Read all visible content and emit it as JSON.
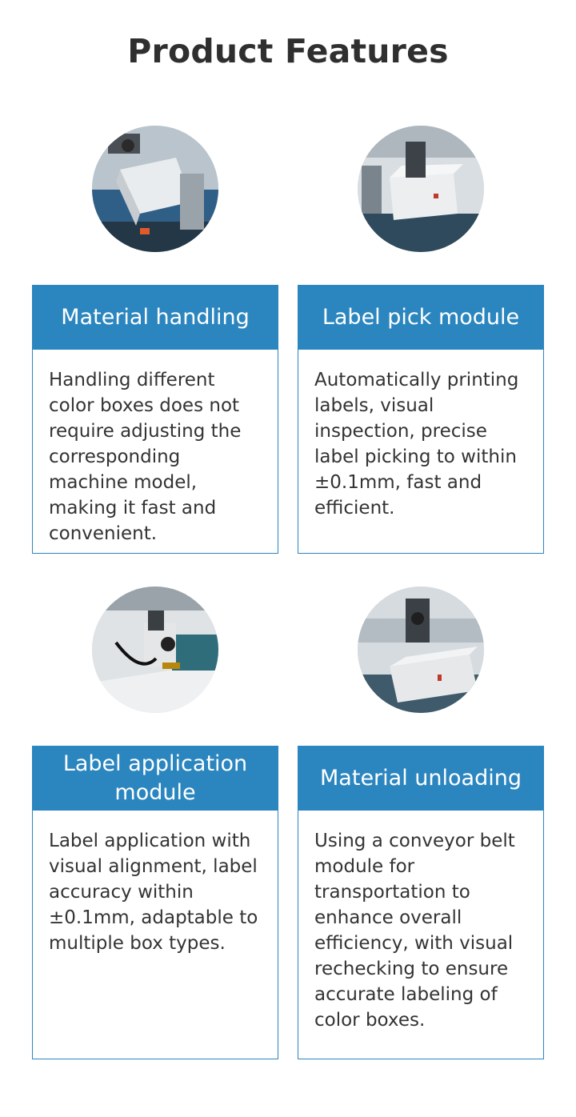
{
  "page": {
    "title": "Product Features"
  },
  "features": [
    {
      "title": "Material handling",
      "description": "Handling different color boxes does not require adjusting the corresponding machine model, making it fast and convenient."
    },
    {
      "title": "Label pick module",
      "description": "Automatically printing labels, visual inspection, precise label picking to within ±0.1mm, fast and efficient."
    },
    {
      "title": "Label application module",
      "description": "Label application with visual alignment, label accuracy within ±0.1mm, adaptable to multiple box types."
    },
    {
      "title": "Material unloading",
      "description": "Using a conveyor belt module for transportation to enhance overall efficiency, with visual rechecking to ensure accurate labeling of color boxes."
    }
  ],
  "colors": {
    "accent": "#2b86bf",
    "title": "#2f2f2f",
    "text": "#333333"
  }
}
